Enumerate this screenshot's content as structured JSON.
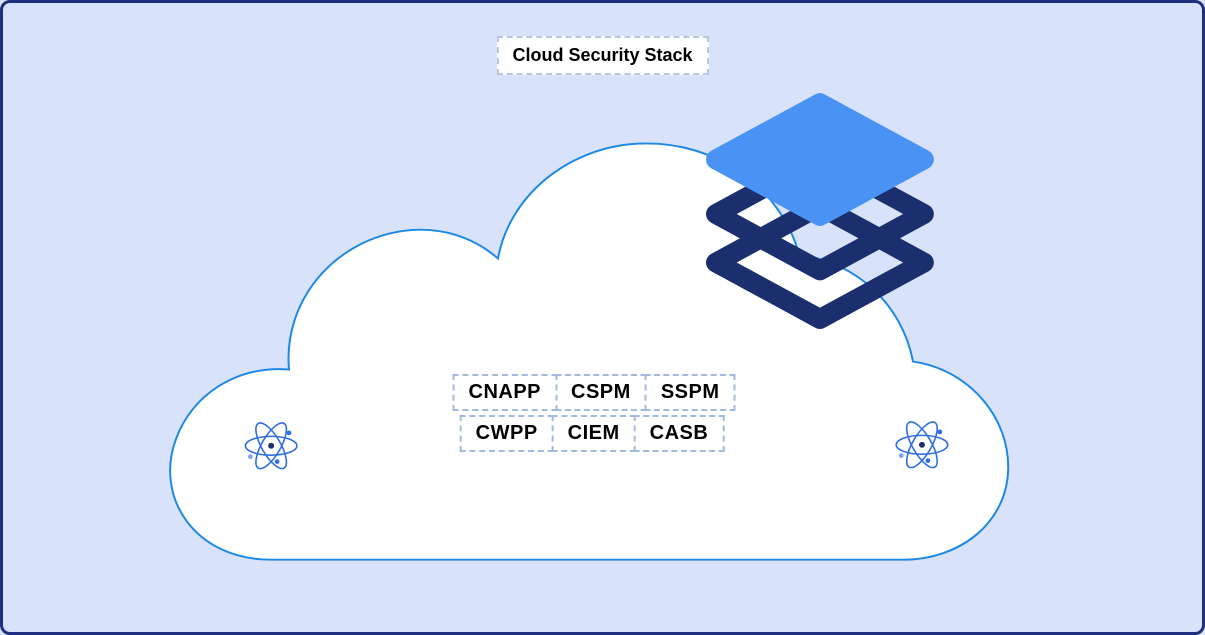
{
  "title": "Cloud Security Stack",
  "cloud": {
    "acronyms": {
      "row1": [
        "CNAPP",
        "CSPM",
        "SSPM"
      ],
      "row2": [
        "CWPP",
        "CIEM",
        "CASB"
      ]
    }
  },
  "icons": {
    "stack": "layers-stack-icon",
    "atoms": [
      "atom-icon-left",
      "atom-icon-right"
    ]
  },
  "colors": {
    "canvas_background": "#d8e3fb",
    "canvas_border": "#1f2f7d",
    "cloud_fill": "#ffffff",
    "cloud_stroke": "#1e88e5",
    "layer_top_fill": "#4a93f5",
    "layer_outline": "#1b2f6e",
    "atom": "#2f6fe0",
    "label_text": "#000000",
    "box_background": "#ffffff",
    "box_dashed_border": "#a3b9de"
  }
}
